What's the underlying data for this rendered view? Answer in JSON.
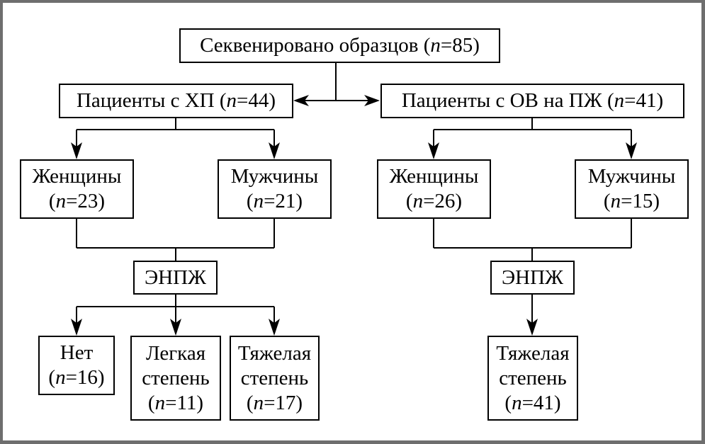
{
  "diagram": {
    "root": {
      "label": "Секвенировано образцов",
      "n": "85"
    },
    "groups": [
      {
        "id": "hp",
        "label": "Пациенты с ХП",
        "n": "44",
        "women": {
          "label": "Женщины",
          "n": "23"
        },
        "men": {
          "label": "Мужчины",
          "n": "21"
        },
        "enpzh": {
          "label": "ЭНПЖ"
        },
        "outcomes": [
          {
            "lines": [
              "Нет"
            ],
            "n": "16"
          },
          {
            "lines": [
              "Легкая",
              "степень"
            ],
            "n": "11"
          },
          {
            "lines": [
              "Тяжелая",
              "степень"
            ],
            "n": "17"
          }
        ]
      },
      {
        "id": "ov",
        "label": "Пациенты с ОВ на ПЖ",
        "n": "41",
        "women": {
          "label": "Женщины",
          "n": "26"
        },
        "men": {
          "label": "Мужчины",
          "n": "15"
        },
        "enpzh": {
          "label": "ЭНПЖ"
        },
        "outcomes": [
          {
            "lines": [
              "Тяжелая",
              "степень"
            ],
            "n": "41"
          }
        ]
      }
    ],
    "n_symbol": "n",
    "colors": {
      "frame": "#6e6e6e",
      "background": "#ffffff",
      "ink": "#000000"
    }
  }
}
